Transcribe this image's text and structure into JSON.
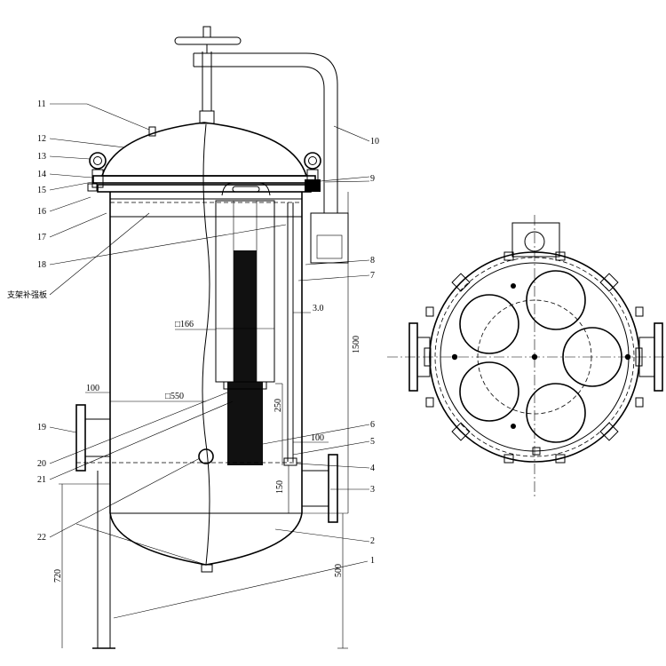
{
  "callouts": [
    {
      "id": "c1",
      "label": "1"
    },
    {
      "id": "c2",
      "label": "2"
    },
    {
      "id": "c3",
      "label": "3"
    },
    {
      "id": "c4",
      "label": "4"
    },
    {
      "id": "c5",
      "label": "5"
    },
    {
      "id": "c6",
      "label": "6"
    },
    {
      "id": "c7",
      "label": "7"
    },
    {
      "id": "c8",
      "label": "8"
    },
    {
      "id": "c9",
      "label": "9"
    },
    {
      "id": "c10",
      "label": "10"
    },
    {
      "id": "c11",
      "label": "11"
    },
    {
      "id": "c12",
      "label": "12"
    },
    {
      "id": "c13",
      "label": "13"
    },
    {
      "id": "c14",
      "label": "14"
    },
    {
      "id": "c15",
      "label": "15"
    },
    {
      "id": "c16",
      "label": "16"
    },
    {
      "id": "c17",
      "label": "17"
    },
    {
      "id": "c18",
      "label": "18"
    },
    {
      "id": "c19",
      "label": "19"
    },
    {
      "id": "c20",
      "label": "20"
    },
    {
      "id": "c21",
      "label": "21"
    },
    {
      "id": "c22",
      "label": "22"
    }
  ],
  "annotations": {
    "bracket_reinforcement": "支架补强板"
  },
  "dimensions": {
    "inlet_offset": "100",
    "vessel_diameter": "□550",
    "bag_diameter": "□166",
    "wall_gap": "3.0",
    "total_height": "1500",
    "bag_length": "250",
    "outlet_offset": "100",
    "outlet_height": "150",
    "support_height": "720",
    "leg_height": "500"
  }
}
